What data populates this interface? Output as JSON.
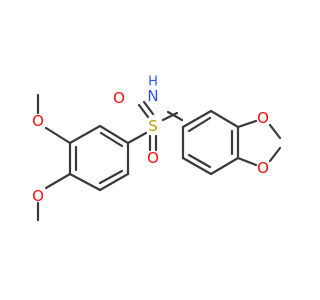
{
  "molecule": {
    "atoms": {
      "o_methoxy_top": "O",
      "o_methoxy_bottom": "O",
      "s_sulfonyl": "S",
      "o_sulfonyl_top": "O",
      "o_sulfonyl_bottom": "O",
      "n_amide": "N",
      "h_amide": "H",
      "o_dioxole_top": "O",
      "o_dioxole_bottom": "O"
    },
    "colors": {
      "bond": "#3a3a3a",
      "oxygen": "#ff0d0d",
      "sulfur": "#b8a500",
      "nitrogen": "#3050f8"
    }
  }
}
